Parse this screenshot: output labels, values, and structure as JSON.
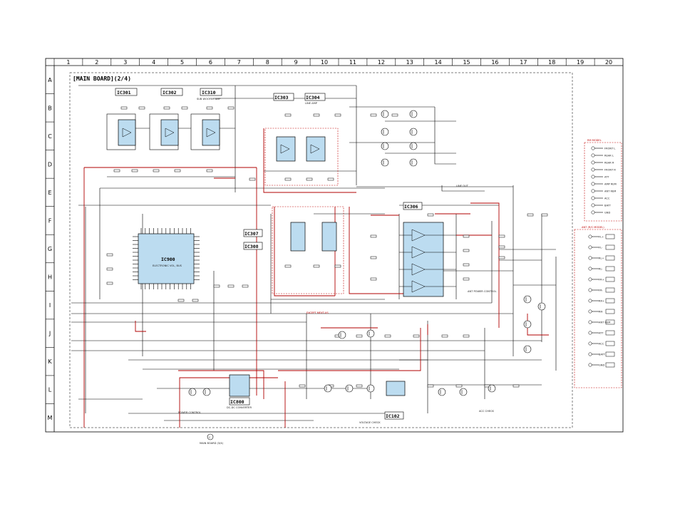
{
  "board_title": "[MAIN BOARD](2/4)",
  "columns": [
    "1",
    "2",
    "3",
    "4",
    "5",
    "6",
    "7",
    "8",
    "9",
    "10",
    "11",
    "12",
    "13",
    "14",
    "15",
    "16",
    "17",
    "18",
    "19",
    "20"
  ],
  "rows": [
    "A",
    "B",
    "C",
    "D",
    "E",
    "F",
    "G",
    "H",
    "I",
    "J",
    "K",
    "L",
    "M"
  ],
  "ic_labels": {
    "ic301": "IC301",
    "ic302": "IC302",
    "ic310": "IC310",
    "ic303": "IC303",
    "ic304": "IC304",
    "ic900": "IC900",
    "ic307": "IC307",
    "ic308": "IC308",
    "ic306": "IC306",
    "ic800": "IC800",
    "ic102": "IC102"
  },
  "colors": {
    "wire": "#000000",
    "red_wire": "#b00000",
    "ic_fill": "#bcdcf0",
    "annotation": "#c00000"
  },
  "notes": {
    "sub_woofer": "SUB WOOFER AMP",
    "line_amp": "LINE AMP",
    "power_control": "POWER CONTROL",
    "dc_dc_converter": "DC-DC CONVERTER",
    "voltage_check": "VOLTAGE CHECK",
    "ant_power_control": "ANT POWER CONTROL",
    "acc_check": "ACC CHECK",
    "main_board": "MAIN BOARD (3/4)",
    "line_out": "LINE OUT",
    "except": "EXCEPT MEXT-US",
    "ic900_name": "ELECTRONIC VOL, BUS"
  },
  "right_panel": {
    "title_a": "RM MODEL",
    "title_b": "ANT (R/C MODEL)",
    "pins_a": [
      "FRONT L",
      "REAR L",
      "REAR R",
      "FRONT R",
      "ATT",
      "AMP REM",
      "ANT REM",
      "ACC",
      "BATT",
      "GND"
    ],
    "pins_b": [
      "FL+",
      "FL-",
      "RL+",
      "RL-",
      "FR+",
      "FR-",
      "RR+",
      "RR-",
      "ANT REM",
      "ATT",
      "ACC",
      "BATT",
      "GND"
    ]
  }
}
